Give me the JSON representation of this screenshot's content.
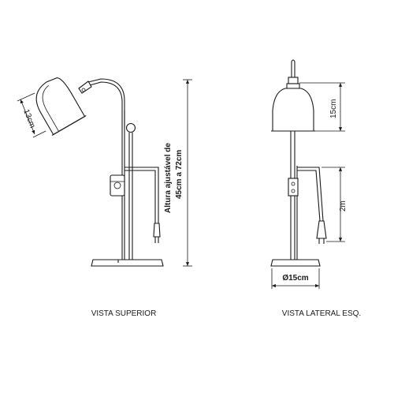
{
  "views": {
    "left": {
      "caption": "VISTA SUPERIOR",
      "shade_dimension": "13cm",
      "height_label_line1": "Altura ajustável de",
      "height_label_line2": "45cm a 72cm"
    },
    "right": {
      "caption": "VISTA LATERAL ESQ.",
      "shade_height": "15cm",
      "cord_length": "2m",
      "base_diameter": "Ø15cm"
    }
  }
}
